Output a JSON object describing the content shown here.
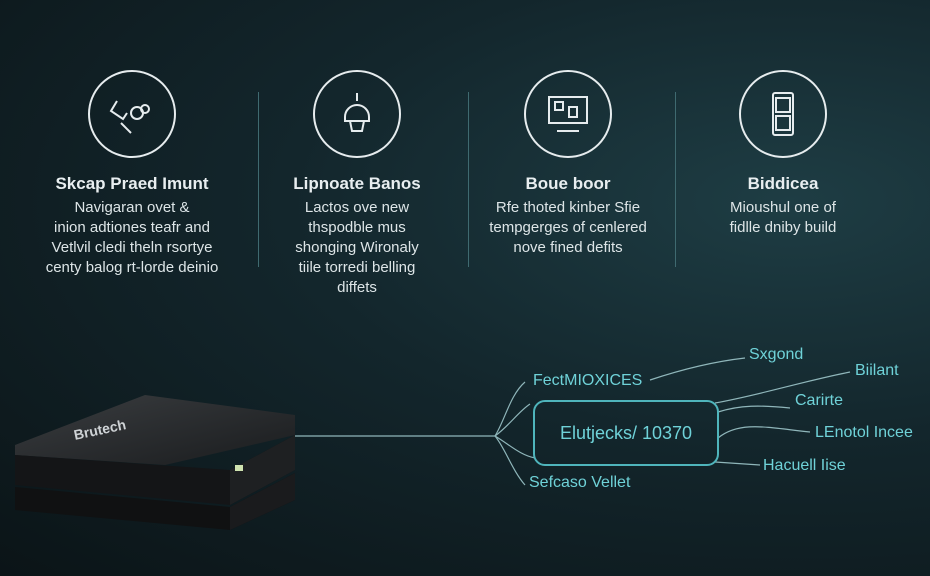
{
  "features": [
    {
      "icon": "skateboard-icon",
      "title": "Skcap Praed Imunt",
      "body": [
        "Navigaran ovet &",
        "inion adtiones teafr and",
        "Vetlvil cledi theln rsortye",
        "centy balog rt-lorde deinio"
      ]
    },
    {
      "icon": "robot-icon",
      "title": "Lipnoate Banos",
      "body": [
        "Lactos ove new",
        "thspodble mus",
        "shonging Wironaly",
        "tiile torredi belling",
        "diffets"
      ]
    },
    {
      "icon": "monitor-icon",
      "title": "Boue boor",
      "body": [
        "Rfe thoted kinber Sfie",
        "tempgerges of cenlered",
        "nove fined defits"
      ]
    },
    {
      "icon": "phone-icon",
      "title": "Biddicea",
      "body": [
        "Mioushul one of",
        "fidlle dniby build"
      ]
    }
  ],
  "device": {
    "logo": "Brutech"
  },
  "diagram": {
    "center": "Elutjecks/ 10370",
    "labels": [
      "FectMIOXICES",
      "Sxgond",
      "Biilant",
      "Carirte",
      "LEnotol Incee",
      "Hacuell Iise",
      "Sefcaso Vellet"
    ]
  },
  "colors": {
    "accent": "#6fd2d8",
    "background": "#13262c"
  }
}
